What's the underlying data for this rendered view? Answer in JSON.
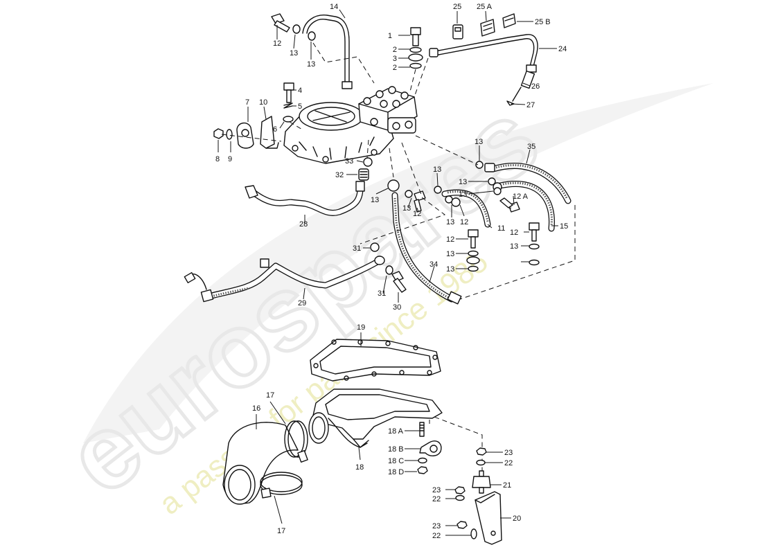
{
  "watermark": {
    "brand": "eurospares",
    "slogan": "a passion for parts since 1985",
    "brand_color": "#e8e8e8",
    "slogan_color": "#efeec2"
  },
  "callouts": [
    "1",
    "2",
    "3",
    "2",
    "4",
    "5",
    "6",
    "7",
    "8",
    "9",
    "10",
    "11",
    "12",
    "13",
    "13",
    "14",
    "24",
    "25",
    "25 A",
    "25 B",
    "26",
    "27",
    "28",
    "29",
    "30",
    "31",
    "31",
    "32",
    "33",
    "34",
    "35",
    "13",
    "13",
    "13",
    "13",
    "13",
    "13",
    "12",
    "12",
    "12",
    "12 A",
    "13",
    "13",
    "13",
    "12",
    "15",
    "13",
    "19",
    "16",
    "17",
    "17",
    "18",
    "18 A",
    "18 B",
    "18 C",
    "18 D",
    "23",
    "22",
    "21",
    "23",
    "22",
    "20",
    "23",
    "22"
  ]
}
